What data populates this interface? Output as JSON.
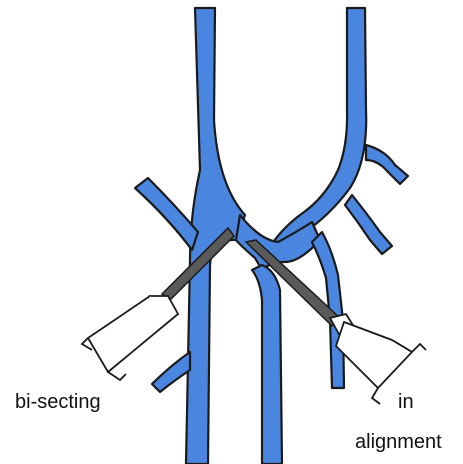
{
  "labels": {
    "left": "bi-secting",
    "right_line1": "in",
    "right_line2": "alignment"
  },
  "colors": {
    "vein_fill": "#4a86e0",
    "vein_outline": "#1a1a1a",
    "needle_fill": "#5a5a5a",
    "syringe_outline": "#1a1a1a",
    "background": "#ffffff"
  }
}
